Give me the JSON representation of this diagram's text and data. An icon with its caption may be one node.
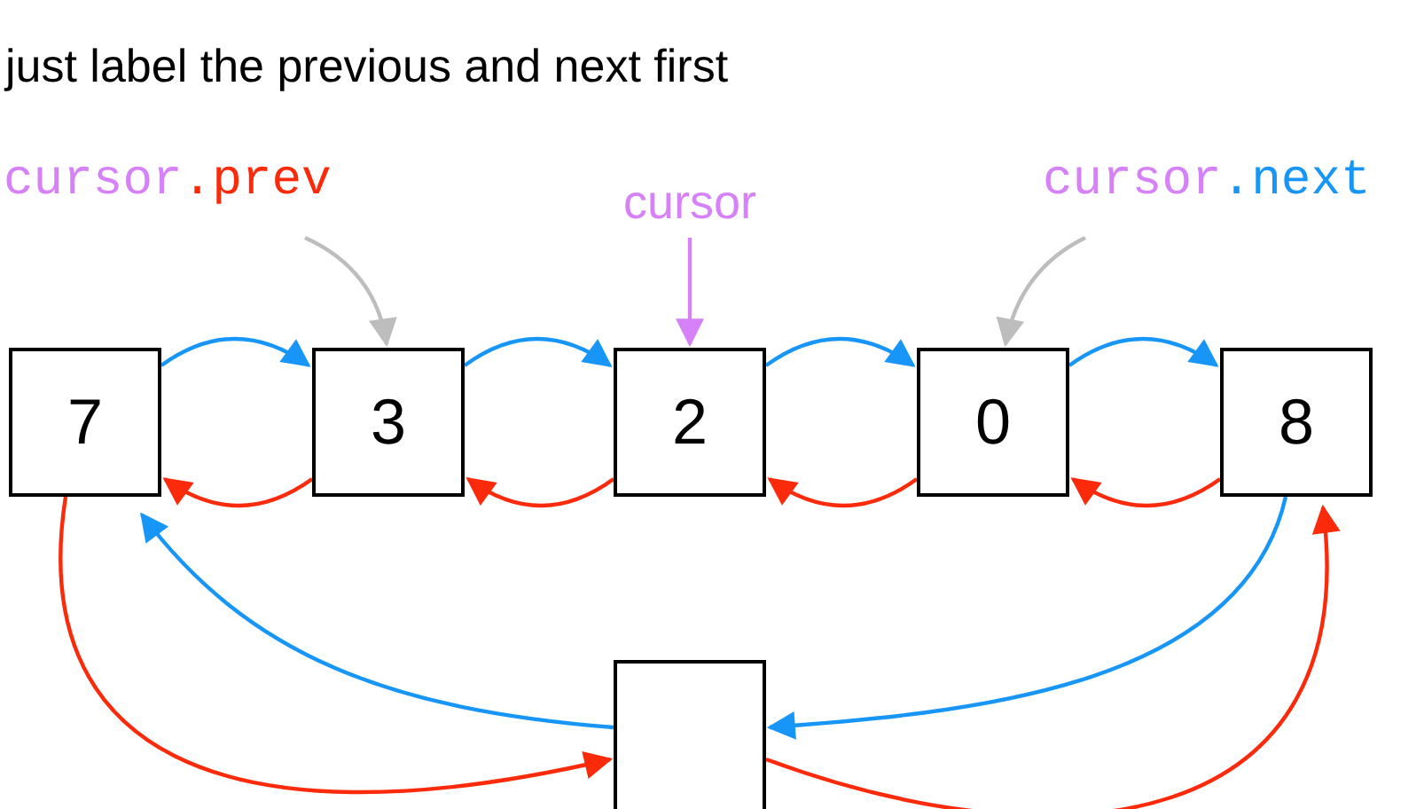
{
  "diagram": {
    "title": "just label the previous and next first",
    "nodes": [
      {
        "text": [
          "7"
        ]
      },
      {
        "text": [
          "3"
        ]
      },
      {
        "text": [
          "2"
        ]
      },
      {
        "text": [
          "0"
        ]
      },
      {
        "text": [
          "8"
        ]
      },
      {
        "text": [],
        "shape": "box"
      },
      {
        "text": [
          "cursor",
          ".prev"
        ]
      },
      {
        "text": [
          "cursor"
        ]
      },
      {
        "text": [
          "cursor",
          ".next"
        ]
      }
    ],
    "edges": [
      {
        "from": 0,
        "to": 1,
        "arrow": "to",
        "color": "#1896f8"
      },
      {
        "from": 1,
        "to": 2,
        "arrow": "to",
        "color": "#1896f8"
      },
      {
        "from": 2,
        "to": 3,
        "arrow": "to",
        "color": "#1896f8"
      },
      {
        "from": 3,
        "to": 4,
        "arrow": "to",
        "color": "#1896f8"
      },
      {
        "from": 1,
        "to": 0,
        "arrow": "to",
        "color": "#fb2a0b"
      },
      {
        "from": 2,
        "to": 1,
        "arrow": "to",
        "color": "#fb2a0b"
      },
      {
        "from": 3,
        "to": 2,
        "arrow": "to",
        "color": "#fb2a0b"
      },
      {
        "from": 4,
        "to": 3,
        "arrow": "to",
        "color": "#fb2a0b"
      },
      {
        "from": 4,
        "to": 5,
        "arrow": "to",
        "color": "#1896f8"
      },
      {
        "from": 5,
        "to": 0,
        "arrow": "to",
        "color": "#1896f8"
      },
      {
        "from": 0,
        "to": 5,
        "arrow": "to",
        "color": "#fb2a0b"
      },
      {
        "from": 5,
        "to": 4,
        "arrow": "to",
        "color": "#fb2a0b"
      },
      {
        "from": 6,
        "to": 1,
        "arrow": "to",
        "color": "#bdbdbd"
      },
      {
        "from": 7,
        "to": 2,
        "arrow": "to",
        "color": "#d681f8"
      },
      {
        "from": 8,
        "to": 3,
        "arrow": "to",
        "color": "#bdbdbd"
      }
    ]
  }
}
